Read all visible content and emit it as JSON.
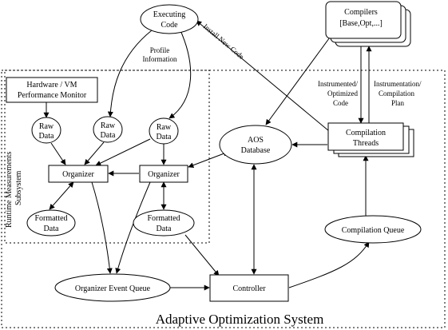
{
  "diagram": {
    "title": "Adaptive Optimization System",
    "nodes": {
      "executing_code": [
        "Executing",
        "Code"
      ],
      "compilers": [
        "Compilers",
        "[Base,Opt,...]"
      ],
      "hw_monitor": [
        "Hardware / VM",
        "Performance Monitor"
      ],
      "raw_data_1": [
        "Raw",
        "Data"
      ],
      "raw_data_2": [
        "Raw",
        "Data"
      ],
      "raw_data_3": [
        "Raw",
        "Data"
      ],
      "organizer_1": [
        "Organizer"
      ],
      "organizer_2": [
        "Organizer"
      ],
      "formatted_data_1": [
        "Formatted",
        "Data"
      ],
      "formatted_data_2": [
        "Formatted",
        "Data"
      ],
      "aos_database": [
        "AOS",
        "Database"
      ],
      "compilation_threads": [
        "Compilation",
        "Threads"
      ],
      "compilation_queue": [
        "Compilation Queue"
      ],
      "organizer_event_queue": [
        "Organizer Event Queue"
      ],
      "controller": [
        "Controller"
      ]
    },
    "edge_labels": {
      "profile_information": [
        "Profile",
        "Information"
      ],
      "install_new_code": [
        "Install New Code"
      ],
      "instrumented_code": [
        "Instrumented/",
        "Optimized",
        "Code"
      ],
      "instrumentation_plan": [
        "Instrumentation/",
        "Compilation",
        "Plan"
      ]
    },
    "subsystem_label": [
      "Runtime Measurements",
      "Subsystem"
    ]
  }
}
